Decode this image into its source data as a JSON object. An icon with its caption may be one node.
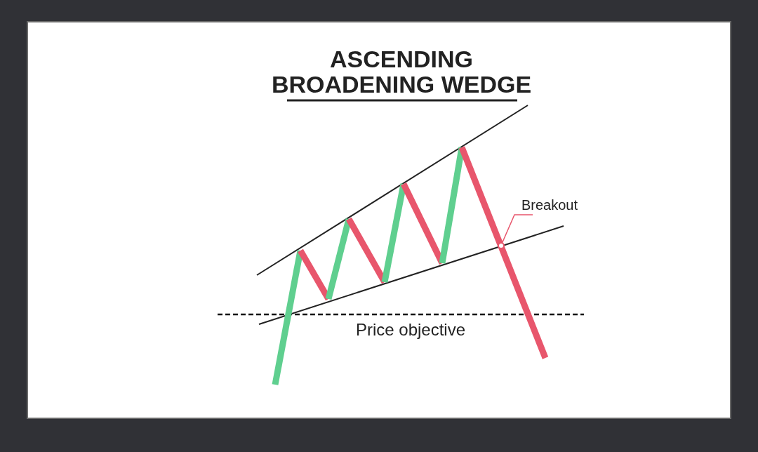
{
  "diagram": {
    "title": "ASCENDING BROADENING WEDGE",
    "nodes": [
      {
        "text": [
          "Breakout"
        ]
      },
      {
        "text": [],
        "shape": "circle"
      }
    ],
    "edges": [
      {
        "from": 0,
        "to": 1,
        "arrow": "none"
      }
    ],
    "labels": [
      "Price objective"
    ]
  }
}
